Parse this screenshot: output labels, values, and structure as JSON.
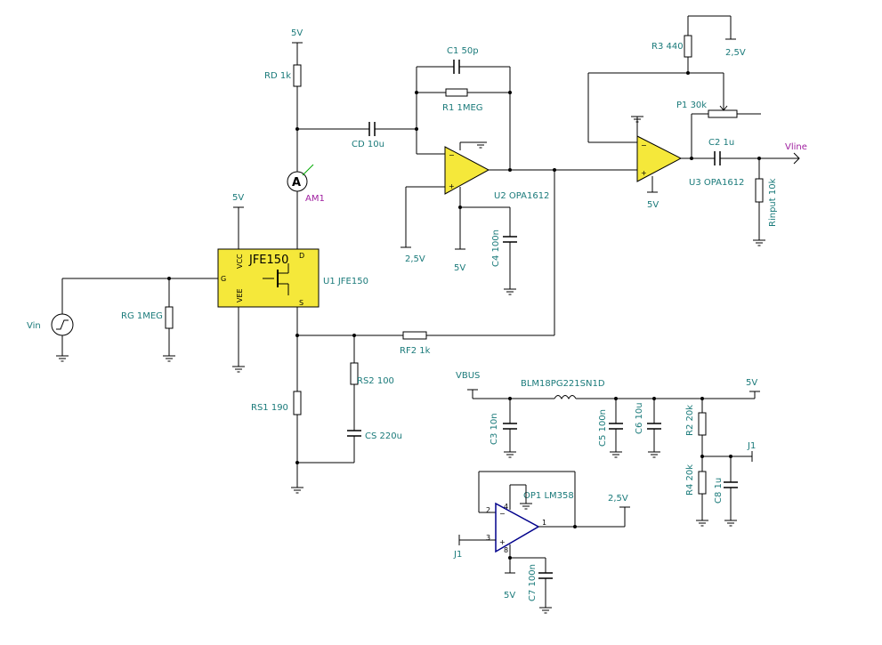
{
  "labels": {
    "top5v": "5V",
    "rd": "RD 1k",
    "c1": "C1 50p",
    "r1": "R1 1MEG",
    "cd": "CD 10u",
    "am1": "AM1",
    "am_sym": "A",
    "u2": "U2 OPA1612",
    "c4": "C4 100n",
    "u2_25v": "2,5V",
    "u2_5v": "5V",
    "r3": "R3 440",
    "r3_25v": "2,5V",
    "p1": "P1 30k",
    "c2": "C2 1u",
    "vline": "Vline",
    "u3": "U3 OPA1612",
    "u3_5v": "5V",
    "rinput": "Rinput 10k",
    "jfe_5v": "5V",
    "jfe_title": "JFE150",
    "jfe_vcc": "VCC",
    "jfe_vee": "VEE",
    "jfe_g": "G",
    "jfe_d": "D",
    "jfe_s": "S",
    "u1": "U1 JFE150",
    "vin": "Vin",
    "rg": "RG 1MEG",
    "rf2": "RF2 1k",
    "rs2": "RS2 100",
    "cs": "CS 220u",
    "rs1": "RS1 190",
    "vbus": "VBUS",
    "blm": "BLM18PG221SN1D",
    "p5v": "5V",
    "c3": "C3 10n",
    "c5": "C5 100n",
    "c6": "C6 10u",
    "r2": "R2 20k",
    "j1a": "J1",
    "r4": "R4 20k",
    "c8": "C8 1u",
    "op1": "OP1 LM358",
    "op1_25v": "2,5V",
    "j1b": "J1",
    "op1_5v": "5V",
    "c7": "C7 100n",
    "pin1": "1",
    "pin2": "2",
    "pin3": "3",
    "pin4": "4",
    "pin8": "8"
  }
}
